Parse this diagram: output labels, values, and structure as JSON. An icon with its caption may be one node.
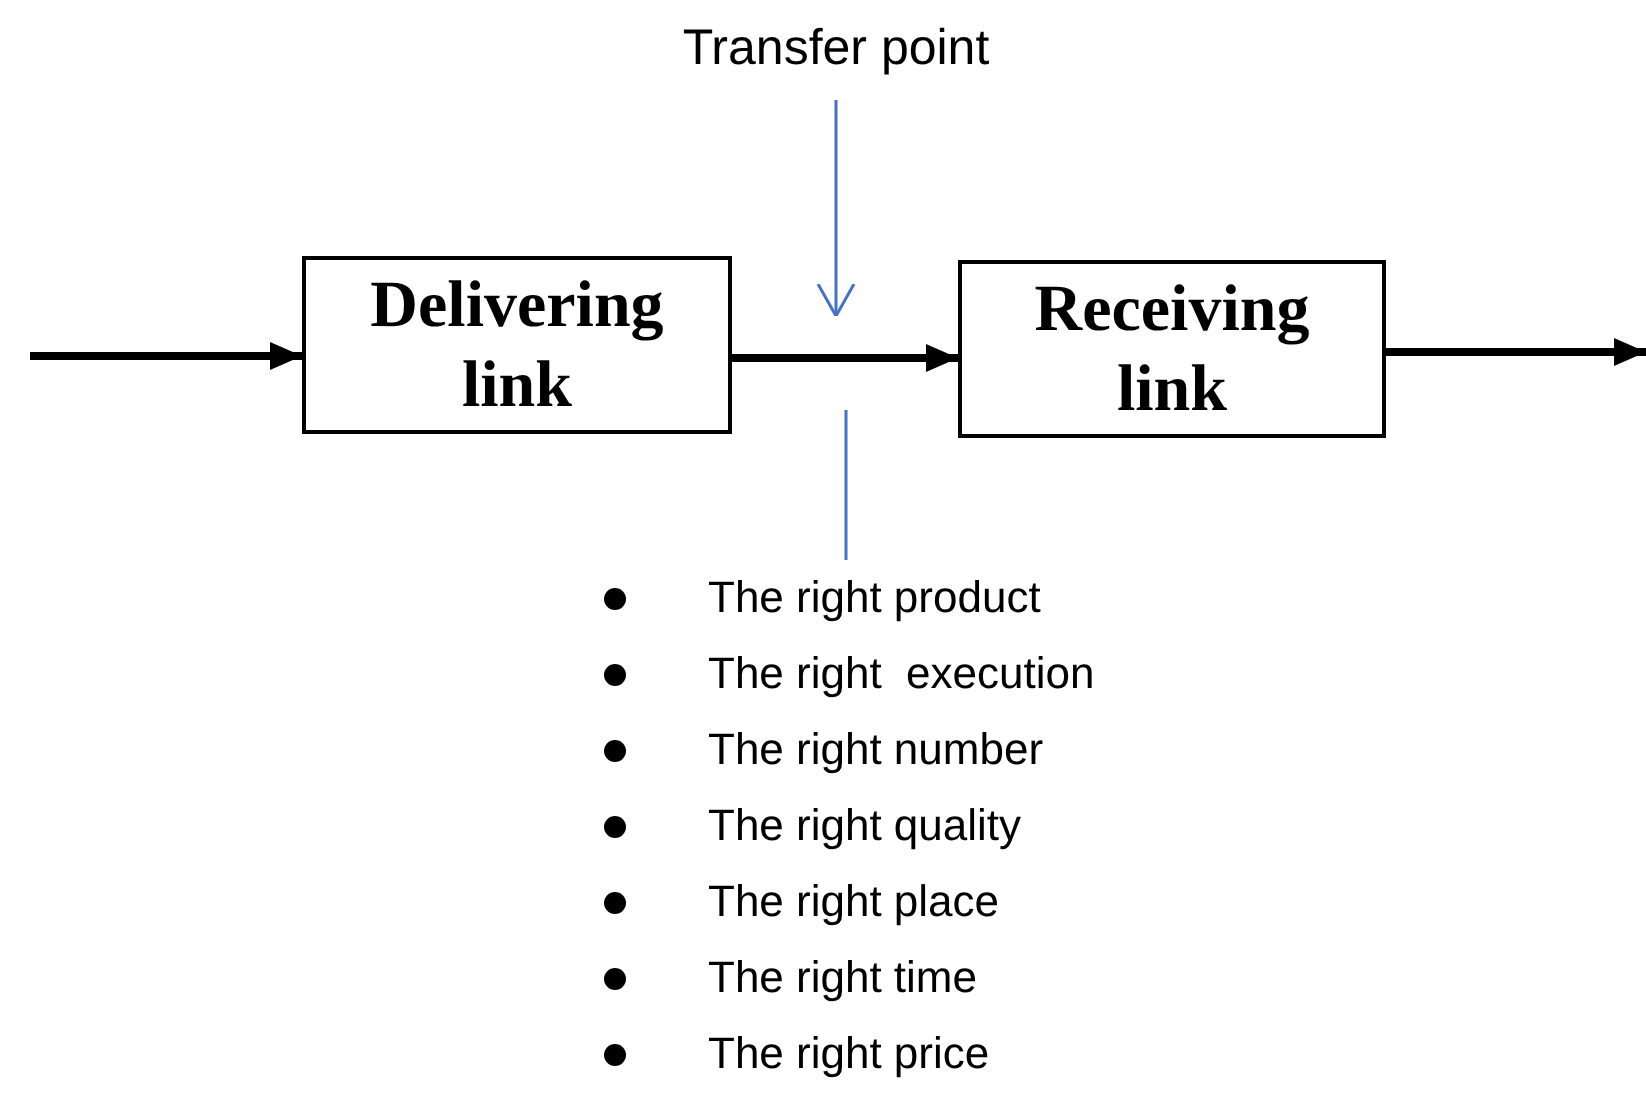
{
  "diagram": {
    "nodes": [
      {
        "text": [
          "Delivering link"
        ]
      },
      {
        "text": [
          "Receiving link"
        ]
      },
      {
        "text": [
          "Transfer point"
        ]
      },
      {
        "text": [
          "The right product",
          "The right  execution",
          "The right number",
          "The right quality",
          "The right place",
          "The right time",
          "The right price"
        ]
      }
    ],
    "edges": [
      {
        "from": null,
        "to": 0,
        "arrow": "to"
      },
      {
        "from": 0,
        "to": 1,
        "arrow": "to"
      },
      {
        "from": 1,
        "to": null,
        "arrow": "to"
      },
      {
        "from": 2,
        "to": null,
        "arrow": "to",
        "color": "#4472c4"
      },
      {
        "from": 3,
        "to": null,
        "arrow": "none",
        "color": "#4472c4"
      }
    ]
  }
}
